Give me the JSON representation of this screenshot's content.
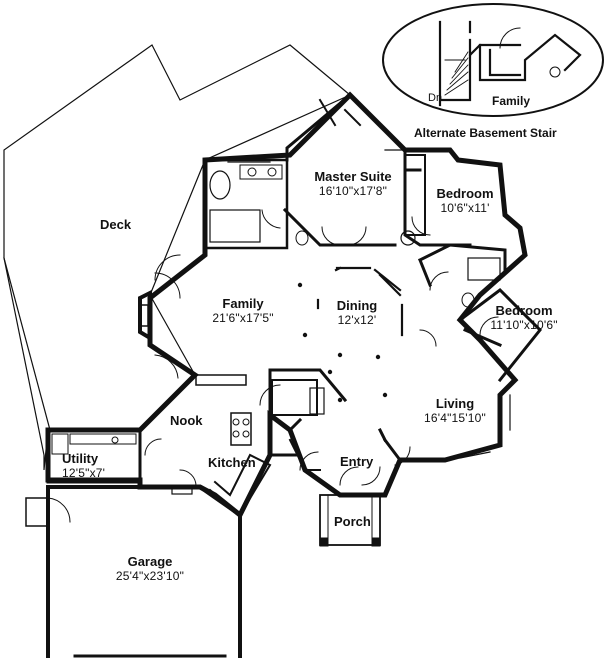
{
  "plan": {
    "inset": {
      "family_label": "Family",
      "dn_label": "Dn",
      "caption": "Alternate Basement Stair"
    },
    "rooms": {
      "deck": "Deck",
      "master_suite": {
        "name": "Master Suite",
        "dim": "16'10\"x17'8\""
      },
      "bedroom_1": {
        "name": "Bedroom",
        "dim": "10'6\"x11'"
      },
      "bedroom_2": {
        "name": "Bedroom",
        "dim": "11'10\"x10'6\""
      },
      "family": {
        "name": "Family",
        "dim": "21'6\"x17'5\""
      },
      "dining": {
        "name": "Dining",
        "dim": "12'x12'"
      },
      "living": {
        "name": "Living",
        "dim": "16'4\"15'10\""
      },
      "nook": "Nook",
      "kitchen": "Kitchen",
      "utility": {
        "name": "Utility",
        "dim": "12'5\"x7'"
      },
      "entry": "Entry",
      "porch": "Porch",
      "garage": {
        "name": "Garage",
        "dim": "25'4\"x23'10\""
      }
    }
  }
}
